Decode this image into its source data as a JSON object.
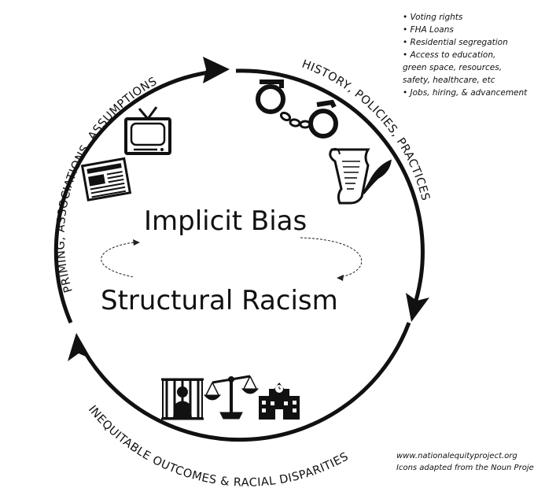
{
  "diagram": {
    "center": {
      "top_label": "Implicit Bias",
      "bottom_label": "Structural Racism"
    },
    "arc_labels": {
      "left": "PRIMING, ASSOCIATIONS, ASSUMPTIONS",
      "right": "HISTORY, POLICIES, PRACTICES",
      "bottom": "INEQUITABLE OUTCOMES & RACIAL DISPARITIES"
    },
    "policy_list": [
      "• Voting rights",
      "• FHA Loans",
      "• Residential segregation",
      "• Access to education,",
      "green space, resources,",
      "safety, healthcare, etc",
      "• Jobs, hiring, & advancement"
    ],
    "credits": {
      "url": "www.nationalequityproject.org",
      "icons_note": "Icons adapted from the Noun Project"
    },
    "icons": [
      "television-icon",
      "newspaper-icon",
      "handcuffs-icon",
      "scroll-quill-icon",
      "jail-bars-icon",
      "scales-of-justice-icon",
      "school-building-icon"
    ]
  }
}
